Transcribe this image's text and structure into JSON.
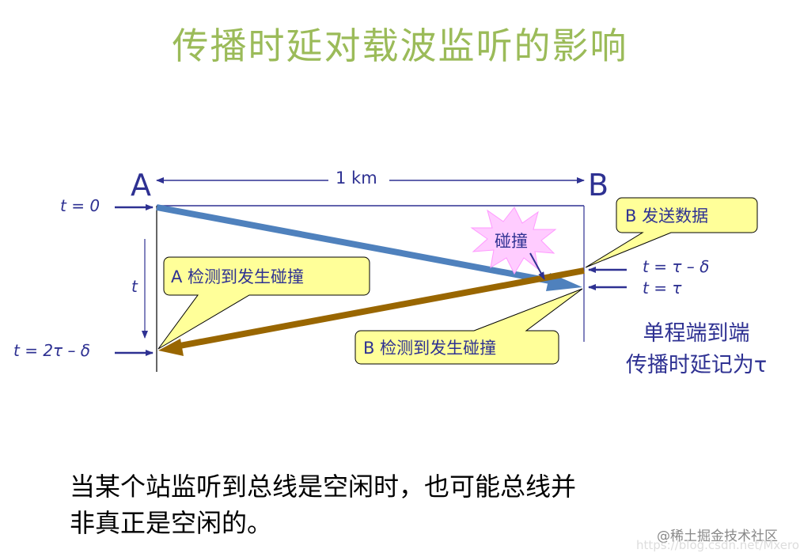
{
  "title": "传播时延对载波监听的影响",
  "diagram": {
    "node_a": "A",
    "node_b": "B",
    "distance": "1 km",
    "time_labels": {
      "t0": "t = 0",
      "t_axis": "t",
      "t_2tau_minus_delta": "t = 2τ – δ",
      "t_tau_minus_delta": "t = τ – δ",
      "t_tau": "t = τ"
    },
    "callouts": {
      "b_sends": "B 发送数据",
      "collision": "碰撞",
      "a_detects": "A 检测到发生碰撞",
      "b_detects": "B 检测到发生碰撞"
    },
    "note_line1": "单程端到端",
    "note_line2": "传播时延记为τ",
    "colors": {
      "signal_a": "#4f81bd",
      "signal_b": "#996600",
      "callout_fill": "#ffff99",
      "burst_fill": "#ffccff",
      "navy": "#2e3192",
      "title": "#9bbb59"
    }
  },
  "body": {
    "line1": "当某个站监听到总线是空闲时，也可能总线并",
    "line2": "非真正是空闲的。"
  },
  "watermark": {
    "line1": "@稀土掘金技术社区",
    "line2": "https://blog.csdn.net/Mxeron"
  }
}
